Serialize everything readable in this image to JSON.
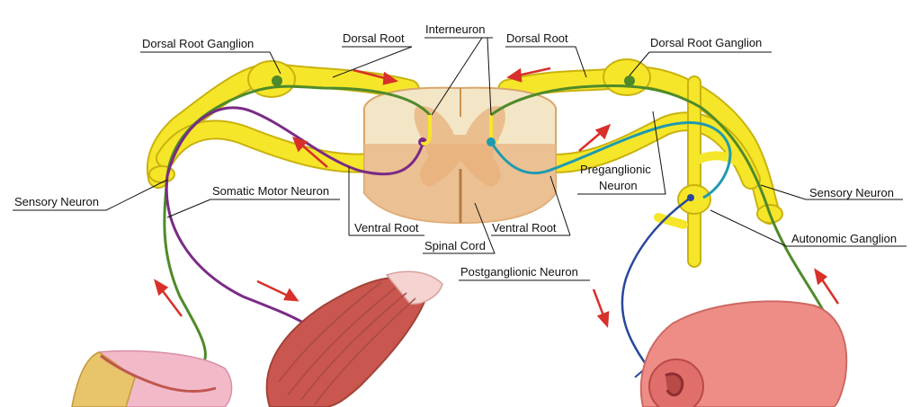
{
  "labels": {
    "drg_left": "Dorsal Root Ganglion",
    "dorsal_root_left": "Dorsal Root",
    "interneuron": "Interneuron",
    "dorsal_root_right": "Dorsal Root",
    "drg_right": "Dorsal Root Ganglion",
    "sensory_neuron_left": "Sensory Neuron",
    "somatic_motor_neuron": "Somatic Motor Neuron",
    "preganglionic_line1": "Preganglionic",
    "preganglionic_line2": "Neuron",
    "sensory_neuron_right": "Sensory Neuron",
    "ventral_root_left": "Ventral Root",
    "ventral_root_right": "Ventral Root",
    "spinal_cord": "Spinal Cord",
    "autonomic_ganglion": "Autonomic Ganglion",
    "postganglionic_neuron": "Postganglionic Neuron"
  },
  "colors": {
    "nerve_yellow": "#F6E62A",
    "nerve_outline": "#C9B20E",
    "sensory_green": "#4E8A2A",
    "motor_purple": "#7A2A86",
    "preganglionic_teal": "#1E9AB0",
    "postganglionic_blue": "#27479B",
    "arrow_red": "#D8302A",
    "cord_white_matter": "#F3E6C6",
    "cord_gray_matter": "#E8B07A",
    "muscle_red": "#C9574F",
    "intestine_pink": "#EE8C86",
    "skin_pink": "#F2B9C9"
  }
}
